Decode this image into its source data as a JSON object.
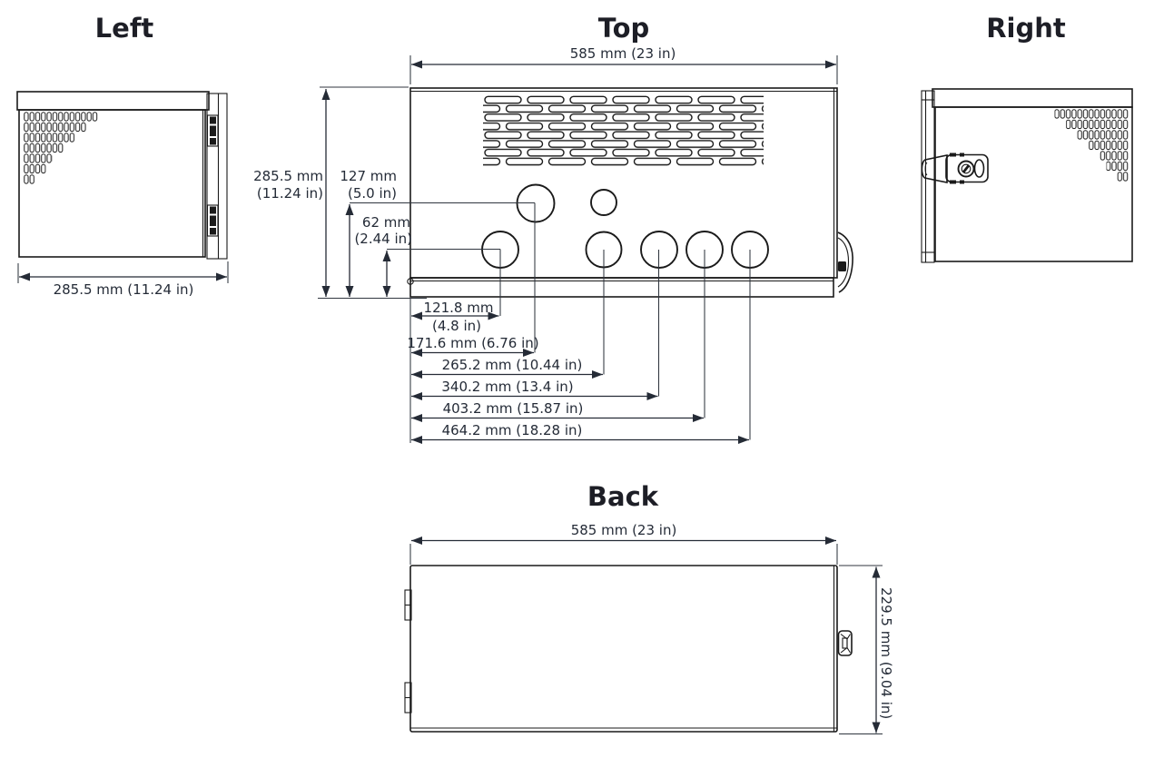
{
  "palette": {
    "line_color": "#1a1a1a",
    "dim_text_color": "#242b37",
    "title_color": "#1d1e26",
    "background": "#ffffff"
  },
  "left_view": {
    "title": "Left",
    "width_dim": "285.5 mm (11.24 in)"
  },
  "top_view": {
    "title": "Top",
    "width_dim": "585 mm (23 in)",
    "height_dim": {
      "mm": "285.5 mm",
      "in": "(11.24 in)"
    },
    "upper_hole_height_dim": {
      "mm": "127 mm",
      "in": "(5.0 in)"
    },
    "lower_hole_height_dim": {
      "mm": "62 mm",
      "in": "(2.44 in)"
    },
    "hole_offset_dims": [
      {
        "mm": "121.8 mm",
        "in": "(4.8 in)"
      },
      {
        "label": "171.6 mm (6.76 in)"
      },
      {
        "label": "265.2 mm (10.44 in)"
      },
      {
        "label": "340.2 mm (13.4 in)"
      },
      {
        "label": "403.2 mm (15.87 in)"
      },
      {
        "label": "464.2 mm (18.28 in)"
      }
    ]
  },
  "right_view": {
    "title": "Right"
  },
  "back_view": {
    "title": "Back",
    "width_dim": "585 mm (23 in)",
    "height_dim": "229.5 mm (9.04 in)"
  }
}
